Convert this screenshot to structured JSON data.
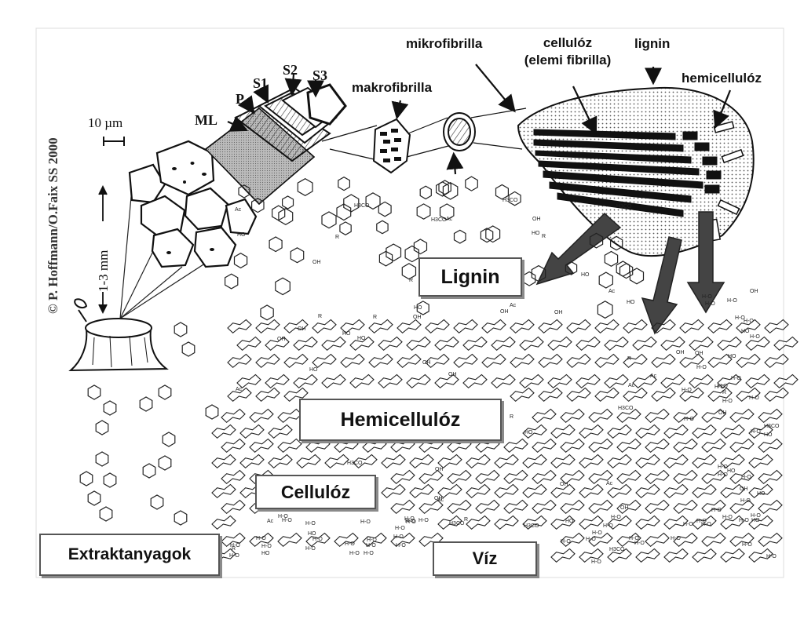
{
  "labels": {
    "mikrofibrilla": "mikrofibrilla",
    "cellulose_elemi": "cellulóz\n(elemi fibrilla)",
    "lignin_small": "lignin",
    "hemicellulose_small": "hemicellulóz",
    "makrofibrilla": "makrofibrilla",
    "ml": "ML",
    "p": "P",
    "s1": "S1",
    "s2": "S2",
    "s3": "S3",
    "scale_10um": "10 µm",
    "scale_13mm": "1-3 mm",
    "credit": "© P. Hoffmann/O.Faix SS 2000"
  },
  "boxes": {
    "lignin": "Lignin",
    "hemicellulose": "Hemicellulóz",
    "cellulose": "Cellulóz",
    "extractives": "Extraktanyagok",
    "water": "Víz"
  },
  "chem_labels": {
    "h2o": "H-O\n H",
    "ho": "HO",
    "oh": "OH",
    "ac": "Ac",
    "r": "R",
    "h3co": "H3CO"
  }
}
